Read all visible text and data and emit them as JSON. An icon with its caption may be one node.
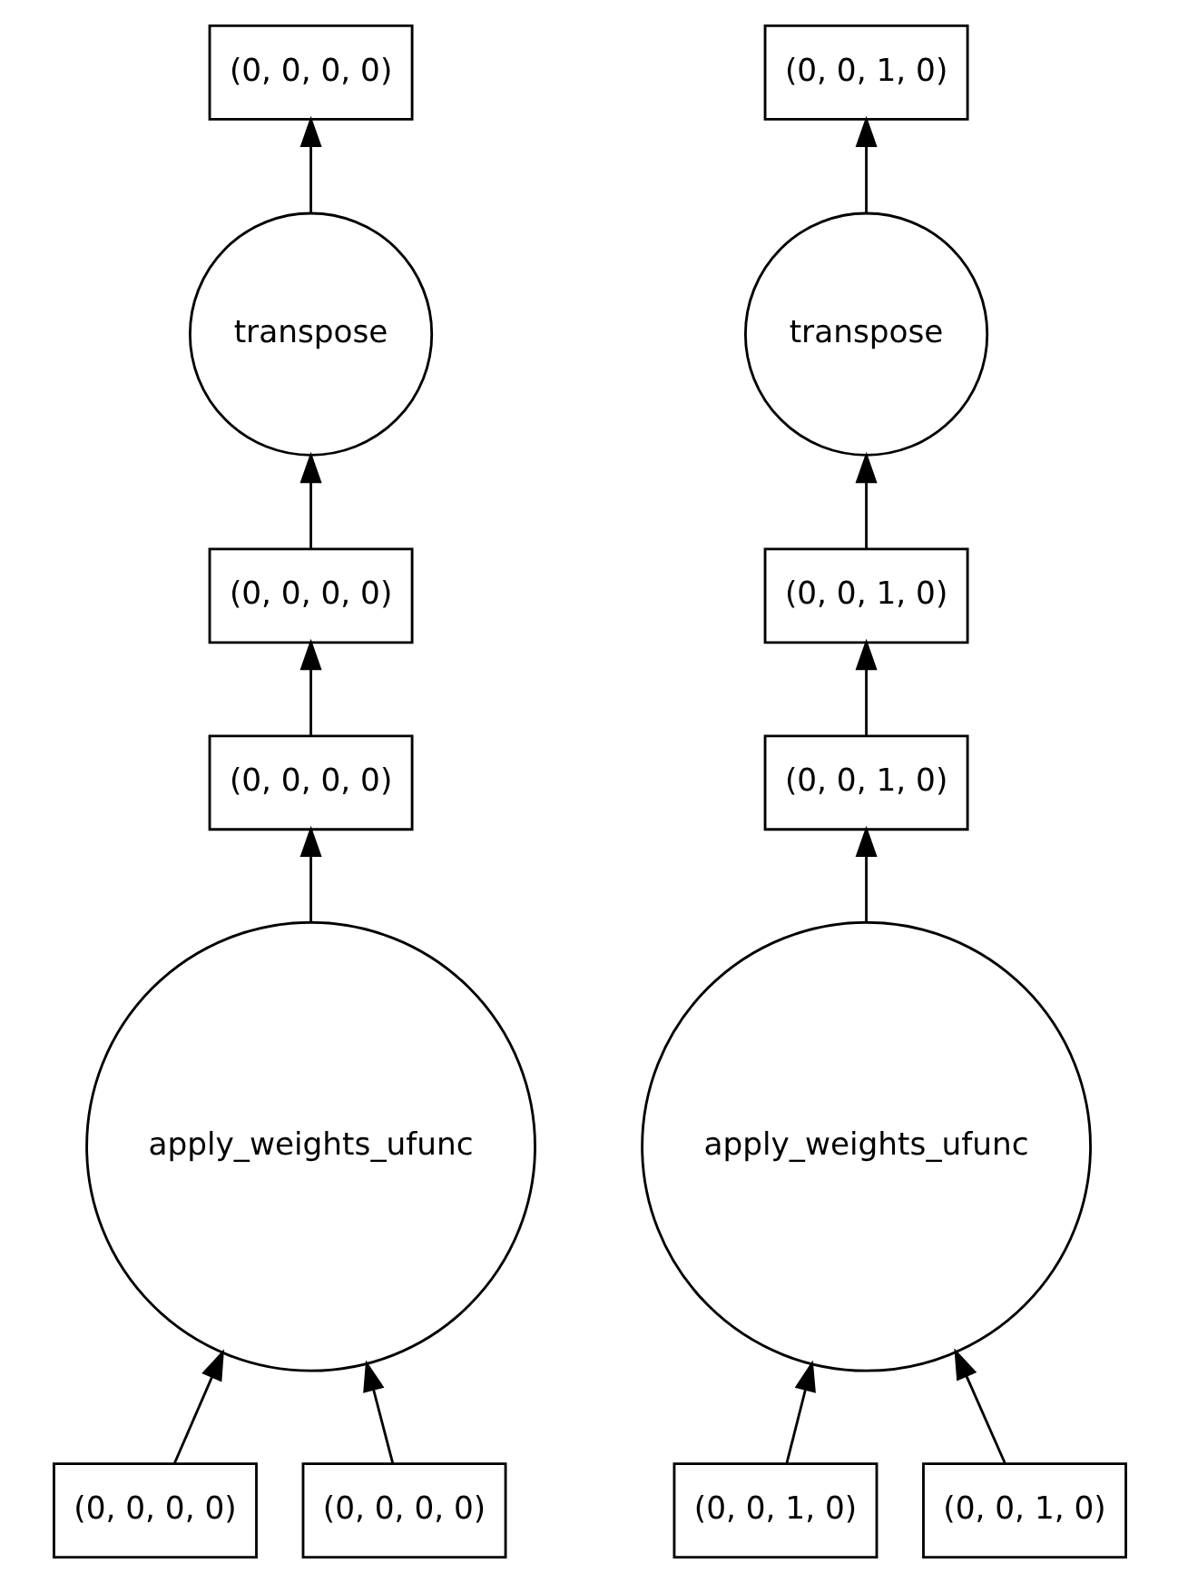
{
  "diagram": {
    "nodes": [
      {
        "text": [
          "(0, 0, 0, 0)"
        ]
      },
      {
        "text": [
          "(0, 0, 1, 0)"
        ]
      },
      {
        "text": [
          "transpose"
        ]
      },
      {
        "text": [
          "transpose"
        ]
      },
      {
        "text": [
          "(0, 0, 0, 0)"
        ]
      },
      {
        "text": [
          "(0, 0, 1, 0)"
        ]
      },
      {
        "text": [
          "(0, 0, 0, 0)"
        ]
      },
      {
        "text": [
          "(0, 0, 1, 0)"
        ]
      },
      {
        "text": [
          "apply_weights_ufunc"
        ]
      },
      {
        "text": [
          "apply_weights_ufunc"
        ]
      },
      {
        "text": [
          "(0, 0, 0, 0)"
        ]
      },
      {
        "text": [
          "(0, 0, 0, 0)"
        ]
      },
      {
        "text": [
          "(0, 0, 1, 0)"
        ]
      },
      {
        "text": [
          "(0, 0, 1, 0)"
        ]
      }
    ],
    "edges": [
      {
        "from": 10,
        "to": 8,
        "arrow": "to"
      },
      {
        "from": 11,
        "to": 8,
        "arrow": "to"
      },
      {
        "from": 8,
        "to": 6,
        "arrow": "to"
      },
      {
        "from": 6,
        "to": 4,
        "arrow": "to"
      },
      {
        "from": 4,
        "to": 2,
        "arrow": "to"
      },
      {
        "from": 2,
        "to": 0,
        "arrow": "to"
      },
      {
        "from": 12,
        "to": 9,
        "arrow": "to"
      },
      {
        "from": 13,
        "to": 9,
        "arrow": "to"
      },
      {
        "from": 9,
        "to": 7,
        "arrow": "to"
      },
      {
        "from": 7,
        "to": 5,
        "arrow": "to"
      },
      {
        "from": 5,
        "to": 3,
        "arrow": "to"
      },
      {
        "from": 3,
        "to": 1,
        "arrow": "to"
      }
    ]
  }
}
